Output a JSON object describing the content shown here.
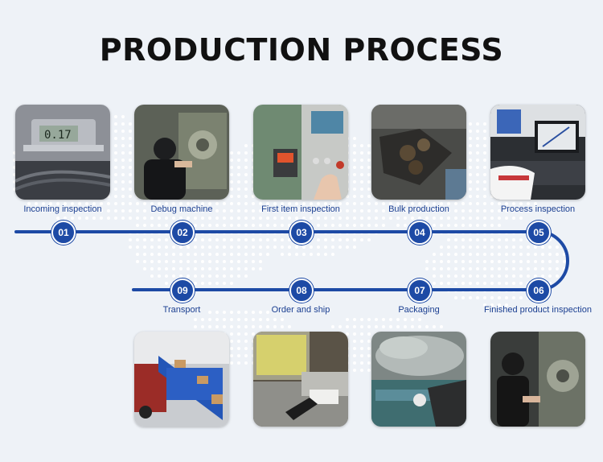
{
  "title": "PRODUCTION PROCESS",
  "colors": {
    "accent": "#1d4aa5",
    "label": "#1b3f91",
    "title": "#111111",
    "background": "#eef2f7"
  },
  "steps": [
    {
      "num": "01",
      "label": "Incoming inspection",
      "photo": "caliper-on-wire-coil"
    },
    {
      "num": "02",
      "label": "Debug machine",
      "photo": "worker-adjusting-machine"
    },
    {
      "num": "03",
      "label": "First item inspection",
      "photo": "hand-on-control-panel"
    },
    {
      "num": "04",
      "label": "Bulk production",
      "photo": "spring-forming-machine"
    },
    {
      "num": "05",
      "label": "Process inspection",
      "photo": "measuring-instrument-screen"
    },
    {
      "num": "06",
      "label": "Finished product inspection",
      "photo": "worker-inspecting-parts"
    },
    {
      "num": "07",
      "label": "Packaging",
      "photo": "heat-sealing-bags"
    },
    {
      "num": "08",
      "label": "Order and ship",
      "photo": "packing-at-desk"
    },
    {
      "num": "09",
      "label": "Transport",
      "photo": "conveyor-loading-truck"
    }
  ]
}
